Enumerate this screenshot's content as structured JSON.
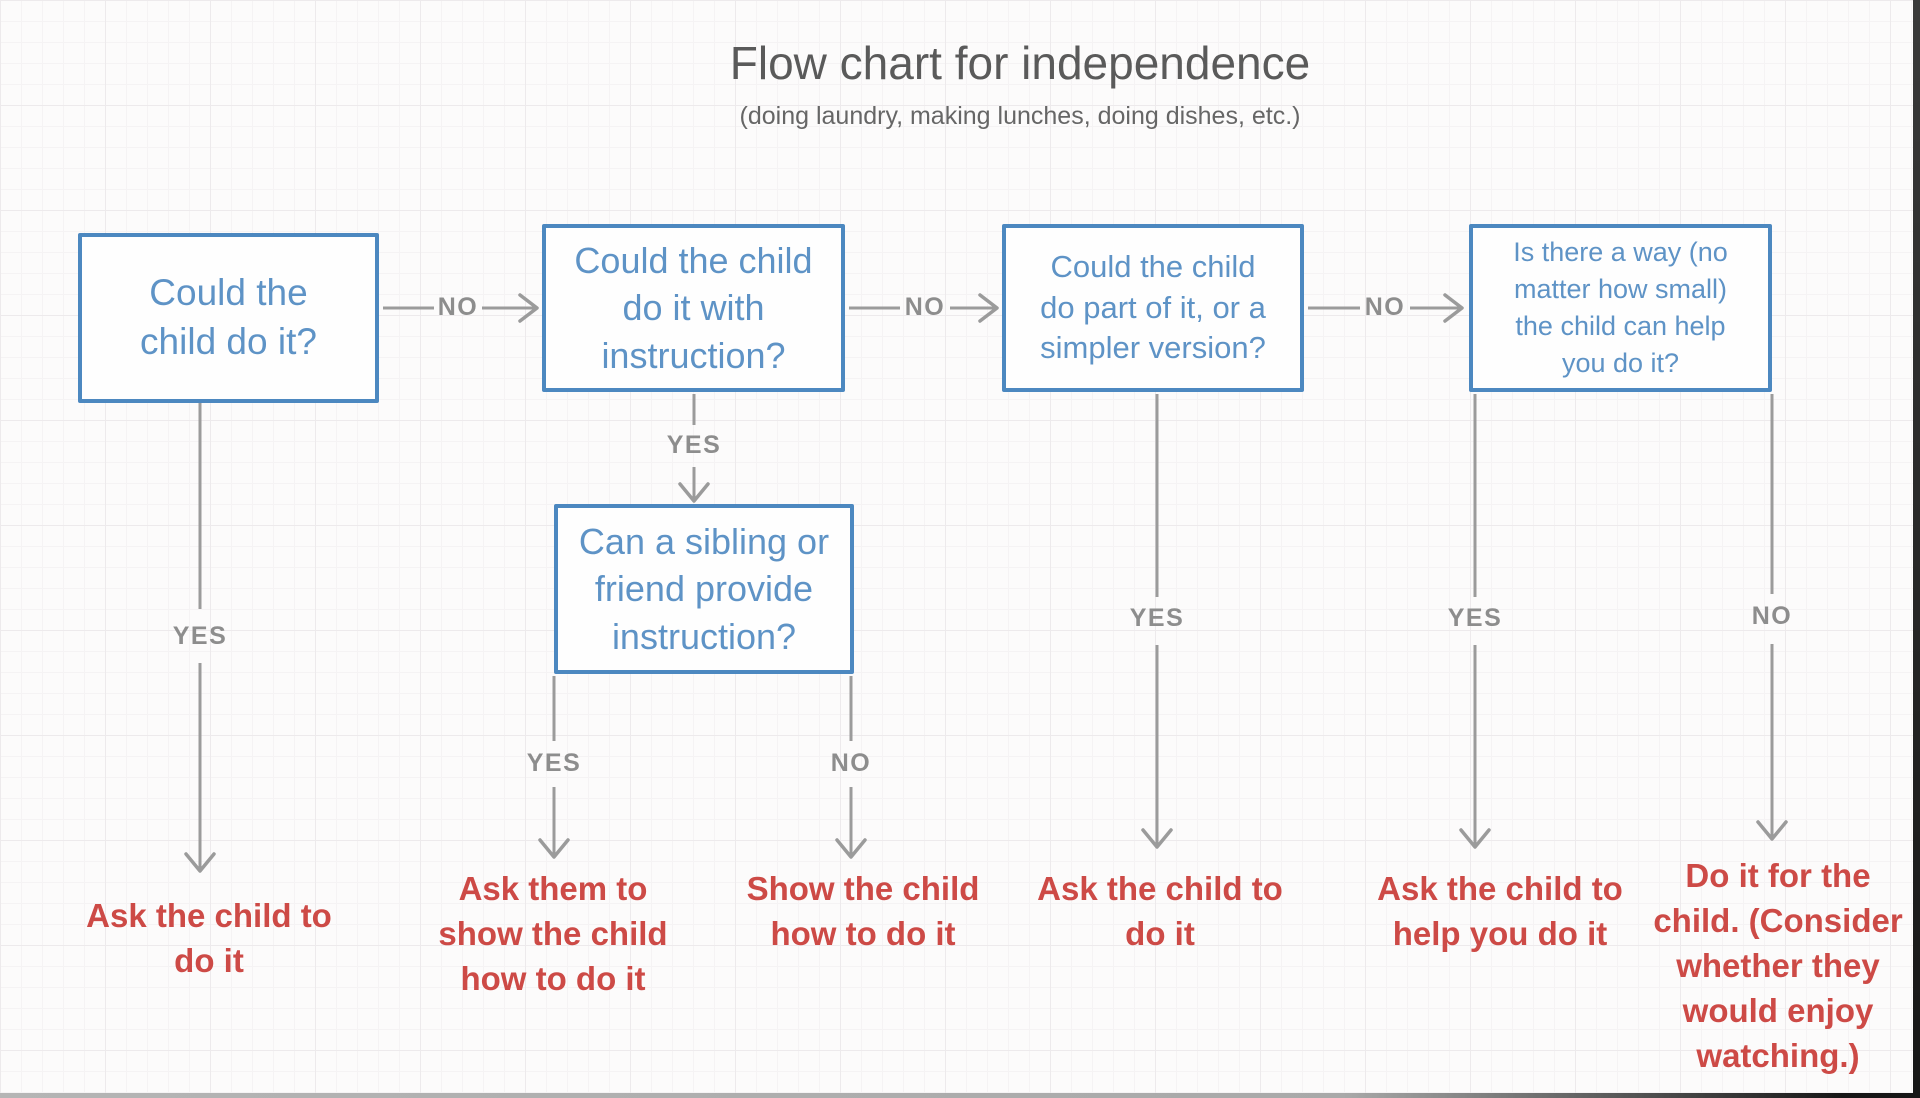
{
  "title": {
    "text": "Flow chart for independence",
    "subtitle": "(doing laundry, making lunches, doing dishes, etc.)"
  },
  "labels": {
    "yes": "YES",
    "no": "NO"
  },
  "questions": {
    "q1": "Could the\nchild do it?",
    "q2": "Could the child\ndo it with\ninstruction?",
    "q3": "Could the child\ndo part of it, or a\nsimpler version?",
    "q4": "Is there a way (no\nmatter how small)\nthe child can help\nyou do it?",
    "q5": "Can a sibling or\nfriend provide\ninstruction?"
  },
  "outcomes": {
    "o1": "Ask the child to\ndo it",
    "o2": "Ask them to\nshow the child\nhow to do it",
    "o3": "Show the child\nhow to do it",
    "o4": "Ask the child to\ndo it",
    "o5": "Ask the child to\nhelp you do it",
    "o6": "Do it for the\nchild. (Consider\nwhether they\nwould enjoy\nwatching.)"
  },
  "colors": {
    "box_border_blue": "#4c88c0",
    "question_text_blue": "#5e93c6",
    "outcome_red": "#cd4a46",
    "connector_gray": "#9b9b9b",
    "edge_label_gray": "#8d8d8d",
    "title_gray": "#5a5a5a",
    "background": "#fcfbfb"
  }
}
